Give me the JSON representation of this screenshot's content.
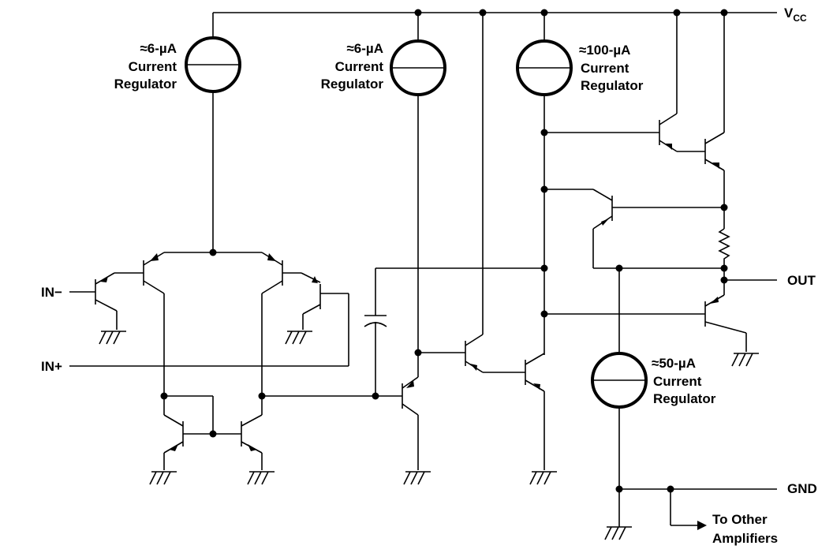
{
  "pins": {
    "vcc": "V",
    "vcc_sub": "CC",
    "out": "OUT",
    "gnd": "GND",
    "in_minus": "IN−",
    "in_plus": "IN+"
  },
  "regulators": {
    "r1": {
      "value": "≈6-µA",
      "line1": "Current",
      "line2": "Regulator"
    },
    "r2": {
      "value": "≈6-µA",
      "line1": "Current",
      "line2": "Regulator"
    },
    "r3": {
      "value": "≈100-µA",
      "line1": "Current",
      "line2": "Regulator"
    },
    "r4": {
      "value": "≈50-µA",
      "line1": "Current",
      "line2": "Regulator"
    }
  },
  "note": {
    "line1": "To Other",
    "line2": "Amplifiers"
  }
}
